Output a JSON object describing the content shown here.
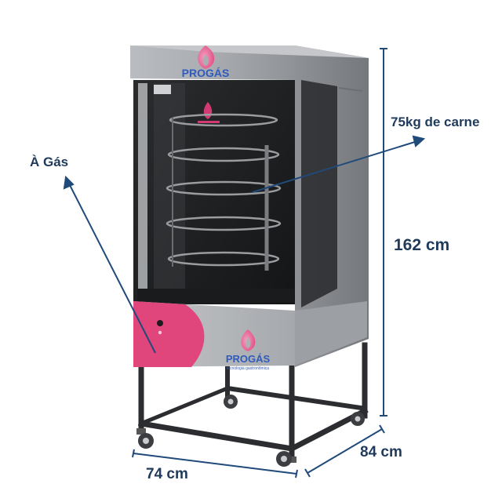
{
  "brand": {
    "top_logo_text": "PROGÁS",
    "front_logo_text": "PROGÁS",
    "tagline": "tecnologia gastronômica",
    "colors": {
      "pink": "#e0457c",
      "blue": "#2f5bbd",
      "steel": "#a4a7ab",
      "frame": "#2b2d30"
    }
  },
  "annotations": {
    "gas": "À Gás",
    "capacity": "75kg de carne",
    "height": "162 cm",
    "depth": "84 cm",
    "width": "74 cm",
    "line_color": "#1f4a7a"
  }
}
